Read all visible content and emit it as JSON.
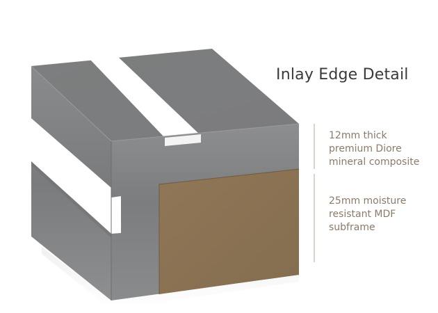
{
  "title": "Inlay Edge Detail",
  "annotations": [
    {
      "lines": [
        "12mm thick",
        "premium Diore",
        "mineral composite"
      ],
      "color": "#8b7a6a"
    },
    {
      "lines": [
        "25mm moisture",
        "resistant MDF",
        "subframe"
      ],
      "color": "#8b7a6a"
    }
  ],
  "colors": {
    "composite": "#7f8080",
    "inlay": "#ffffff",
    "mdf": "#8b7356",
    "dimension_line": "#b8a898"
  }
}
